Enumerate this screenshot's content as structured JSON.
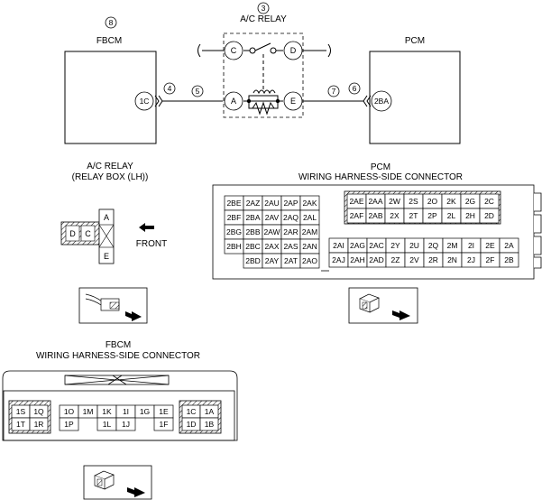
{
  "callouts": {
    "c3": "3",
    "c4": "4",
    "c5": "5",
    "c6": "6",
    "c7": "7",
    "c8": "8"
  },
  "components": {
    "fbcm": "FBCM",
    "ac_relay": "A/C RELAY",
    "pcm": "PCM",
    "fbcm_pin": "1C",
    "pcm_pin": "2BA",
    "relay_terminals": {
      "c": "C",
      "d": "D",
      "a": "A",
      "e": "E"
    }
  },
  "relay_connector": {
    "title1": "A/C RELAY",
    "title2": "(RELAY BOX (LH))",
    "pins": {
      "d": "D",
      "c": "C",
      "a": "A",
      "e": "E"
    },
    "front": "FRONT"
  },
  "pcm_connector": {
    "title1": "PCM",
    "title2": "WIRING HARNESS-SIDE CONNECTOR",
    "left_block": [
      [
        "2BE",
        "2AZ",
        "2AU",
        "2AP",
        "2AK"
      ],
      [
        "2BF",
        "2BA",
        "2AV",
        "2AQ",
        "2AL"
      ],
      [
        "2BG",
        "2BB",
        "2AW",
        "2AR",
        "2AM"
      ],
      [
        "2BH",
        "2BC",
        "2AX",
        "2AS",
        "2AN"
      ],
      [
        "",
        "2BD",
        "2AY",
        "2AT",
        "2AO"
      ]
    ],
    "right_top": [
      [
        "2AE",
        "2AA",
        "2W",
        "2S",
        "2O",
        "2K",
        "2G",
        "2C"
      ],
      [
        "2AF",
        "2AB",
        "2X",
        "2T",
        "2P",
        "2L",
        "2H",
        "2D"
      ]
    ],
    "right_bottom": [
      [
        "2AI",
        "2AG",
        "2AC",
        "2Y",
        "2U",
        "2Q",
        "2M",
        "2I",
        "2E",
        "2A"
      ],
      [
        "2AJ",
        "2AH",
        "2AD",
        "2Z",
        "2V",
        "2R",
        "2N",
        "2J",
        "2F",
        "2B"
      ]
    ]
  },
  "fbcm_connector": {
    "title1": "FBCM",
    "title2": "WIRING HARNESS-SIDE CONNECTOR",
    "left": [
      [
        "1S",
        "1Q"
      ],
      [
        "1T",
        "1R"
      ]
    ],
    "middle_top": [
      "1O",
      "1M",
      "1K",
      "1I",
      "1G",
      "1E"
    ],
    "middle_bottom": [
      "1P",
      "",
      "1L",
      "1J",
      "",
      "1F"
    ],
    "right": [
      [
        "1C",
        "1A"
      ],
      [
        "1D",
        "1B"
      ]
    ]
  }
}
